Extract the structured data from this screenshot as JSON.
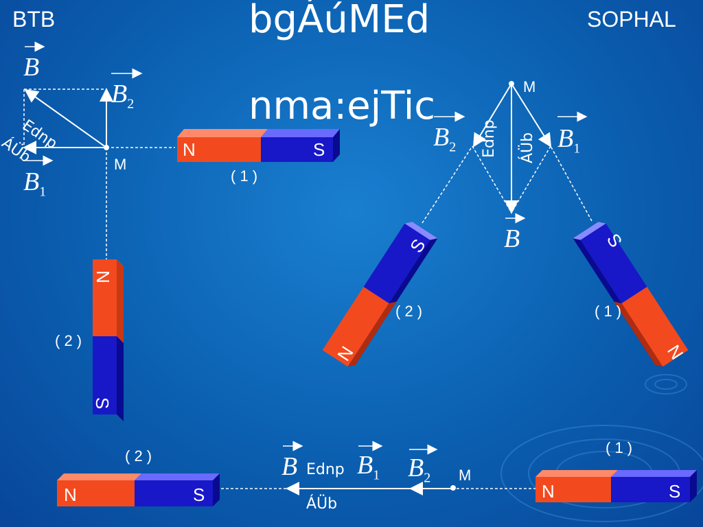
{
  "header": {
    "left": "BTB",
    "right": "SOPHAL",
    "title_line1": "bgÁúMEd",
    "title_line2": "nma:ejTic"
  },
  "labels": {
    "point": "M",
    "field": "B",
    "sub1": "1",
    "sub2": "2",
    "north": "N",
    "south": "S",
    "dir_word": "Ednp",
    "dir_word2": "ÁÜb",
    "magnet1": "( 1 )",
    "magnet2": "( 2 )"
  },
  "colors": {
    "north": "#f24a1e",
    "south": "#1818c8",
    "background": "#0b63b5"
  }
}
